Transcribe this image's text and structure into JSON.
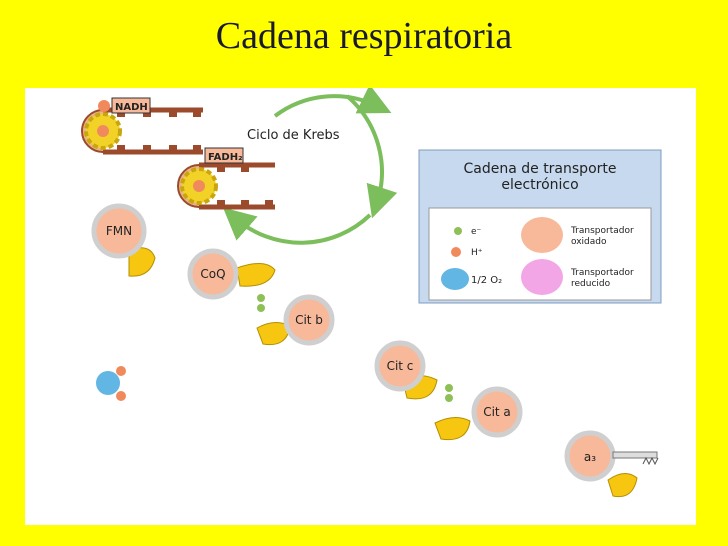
{
  "title": "Cadena respiratoria",
  "krebs_label": "Ciclo de Krebs",
  "inputs": {
    "nadh": "NADH",
    "fadh2": "FADH₂"
  },
  "carriers": {
    "fmn": "FMN",
    "coq": "CoQ",
    "cit_b": "Cit b",
    "cit_c": "Cit c",
    "cit_a": "Cit a",
    "a3": "a₃"
  },
  "legend": {
    "title_line1": "Cadena de transporte",
    "title_line2": "electrónico",
    "electron": "e⁻",
    "proton": "H⁺",
    "oxygen": "1/2 O₂",
    "oxidized_line1": "Transportador",
    "oxidized_line2": "oxidado",
    "reduced_line1": "Transportador",
    "reduced_line2": "reducido"
  },
  "colors": {
    "background": "#ffff00",
    "legend_bg": "#c7d9ee",
    "legend_inner": "#ffffff",
    "carrier_oxidized": "#f7b99a",
    "carrier_reduced": "#f3a6e6",
    "carrier_ring": "#cfcfcf",
    "gear": "#f3d227",
    "pacman": "#f7c611",
    "electron": "#8fbf57",
    "proton": "#f08a5d",
    "oxygen": "#62b6e4",
    "krebs_arrow": "#7cbd5c",
    "track": "#9b4a2b"
  }
}
